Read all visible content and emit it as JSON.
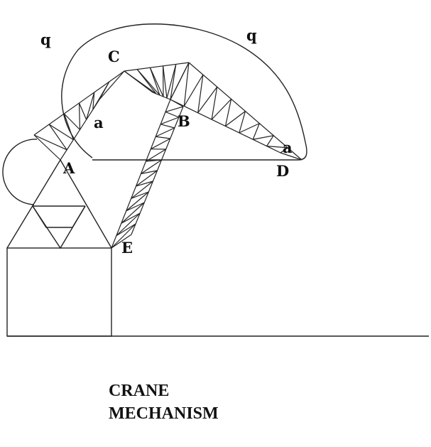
{
  "diagram": {
    "labels": {
      "q_left": "q",
      "q_right": "q",
      "C": "C",
      "a_upper": "a",
      "B": "B",
      "A": "A",
      "a_right": "a",
      "D": "D",
      "E": "E"
    },
    "caption": {
      "line1": "CRANE",
      "line2": "MECHANISM"
    }
  }
}
